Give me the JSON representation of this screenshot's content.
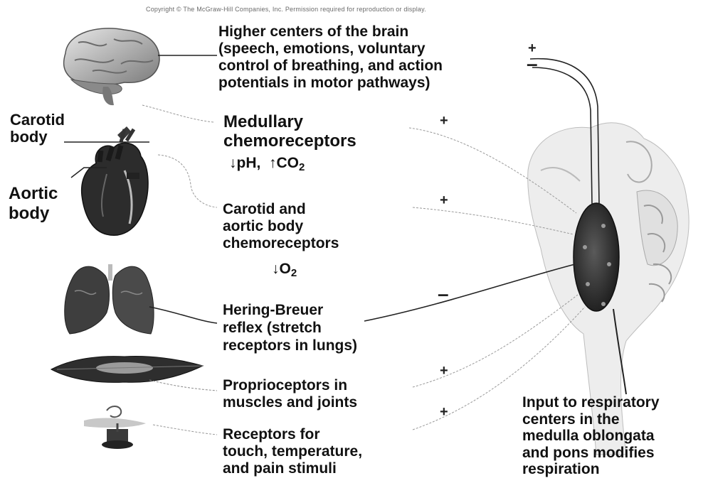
{
  "copyright": "Copyright © The McGraw-Hill Companies, Inc. Permission required for reproduction or display.",
  "left_labels": {
    "carotid_body": [
      "Carotid",
      "body"
    ],
    "aortic_body": [
      "Aortic",
      "body"
    ]
  },
  "inputs": [
    {
      "id": "higher-centers",
      "lines": [
        "Higher centers of the brain",
        "(speech, emotions, voluntary",
        "control of breathing, and action",
        "potentials in motor pathways)"
      ],
      "signs": [
        "+",
        "–"
      ]
    },
    {
      "id": "medullary-chemoreceptors",
      "lines": [
        "Medullary",
        "chemoreceptors"
      ],
      "sub": {
        "arrow1": "↓",
        "t1": "pH,",
        "arrow2": "↑",
        "t2": "CO",
        "s2": "2"
      },
      "sign": "+"
    },
    {
      "id": "carotid-aortic-chemoreceptors",
      "lines": [
        "Carotid and",
        "aortic body",
        "chemoreceptors"
      ],
      "sub": {
        "arrow": "↓",
        "t": "O",
        "s": "2"
      },
      "sign": "+"
    },
    {
      "id": "hering-breuer",
      "lines": [
        "Hering-Breuer",
        "reflex (stretch",
        "receptors in lungs)"
      ],
      "sign": "–"
    },
    {
      "id": "proprioceptors",
      "lines": [
        "Proprioceptors in",
        "muscles and joints"
      ],
      "sign": "+"
    },
    {
      "id": "touch-temp-pain",
      "lines": [
        "Receptors for",
        "touch, temperature,",
        "and pain stimuli"
      ],
      "sign": "+"
    }
  ],
  "output": [
    "Input to respiratory",
    "centers in the",
    "medulla oblongata",
    "and pons modifies",
    "respiration"
  ]
}
